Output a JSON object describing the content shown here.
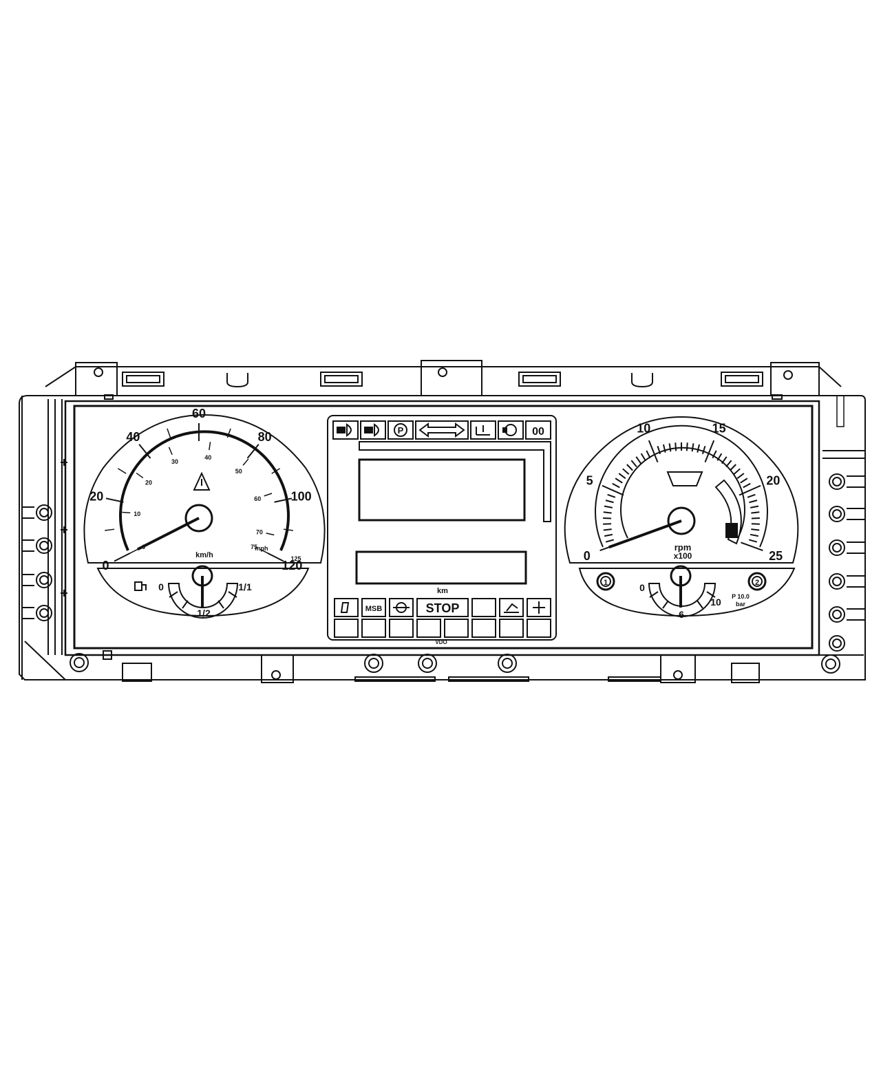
{
  "speedometer": {
    "kmh_scale": [
      "0",
      "20",
      "40",
      "60",
      "80",
      "100",
      "120"
    ],
    "mph_scale": [
      "0",
      "10",
      "20",
      "30",
      "40",
      "50",
      "60",
      "70",
      "75"
    ],
    "unit": "km/h",
    "mph_unit": "mph",
    "odo_small": "125",
    "needle_value_kmh": 0,
    "warning_icon": "warning-triangle-icon"
  },
  "fuel_gauge": {
    "labels": [
      "0",
      "1/2",
      "1/1"
    ],
    "icon": "fuel-pump-icon",
    "needle_fraction": 0.5
  },
  "tachometer": {
    "scale": [
      "0",
      "5",
      "10",
      "15",
      "20",
      "25"
    ],
    "unit_line1": "rpm",
    "unit_line2": "x100",
    "needle_value": 0
  },
  "pressure_gauge": {
    "labels": [
      "0",
      "6",
      "10"
    ],
    "p_label": "P 10.0",
    "unit": "bar",
    "circuit_left": "1",
    "circuit_right": "2",
    "needle_value": 6
  },
  "center_panel": {
    "top_icons": [
      "low-beam-icon",
      "high-beam-icon",
      "parking-brake-icon",
      "turn-signal-icon",
      "seat-belt-icon",
      "engine-icon",
      "00"
    ],
    "odometer_unit": "km",
    "bottom_icons": [
      "fuel-filter-icon",
      "MSB",
      "brake-icon",
      "STOP",
      "blank",
      "tilt-cab-icon",
      "battery-icon"
    ],
    "stop_label": "STOP",
    "msb_label": "MSB",
    "digit_label": "00",
    "footer_label": "VDO"
  }
}
